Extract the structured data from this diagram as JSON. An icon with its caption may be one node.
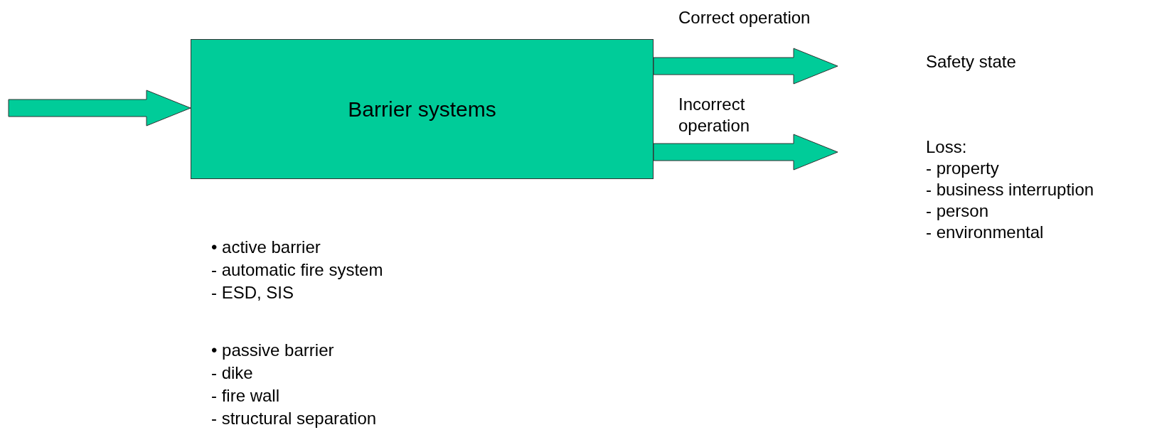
{
  "diagram": {
    "nodes": [
      {
        "text": [
          "Barrier systems"
        ]
      },
      {
        "text": [
          "Safety state"
        ]
      },
      {
        "text": [
          "Loss:",
          "- property",
          "- business interruption",
          "- person",
          "- environmental"
        ]
      }
    ],
    "edges": [
      {
        "from": null,
        "to": 0,
        "arrow": "to"
      },
      {
        "from": 0,
        "to": 1,
        "label": "Correct operation",
        "arrow": "to"
      },
      {
        "from": 0,
        "to": 2,
        "label": "Incorrect operation",
        "arrow": "to"
      }
    ],
    "labels": [
      "• active barrier",
      "- automatic fire system",
      "- ESD, SIS",
      "• passive barrier",
      "- dike",
      "- fire wall",
      "- structural separation"
    ]
  }
}
